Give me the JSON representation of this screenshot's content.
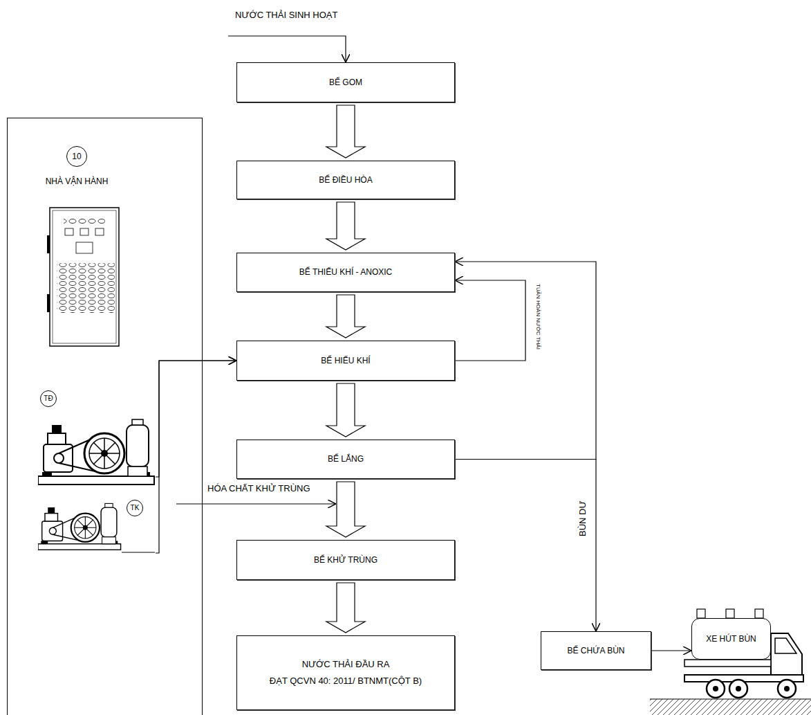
{
  "diagram": {
    "nodes": [
      {
        "text": [
          "BỂ GOM"
        ]
      },
      {
        "text": [
          "BỂ ĐIỀU HÒA"
        ]
      },
      {
        "text": [
          "10",
          "NHÀ VẬN HÀNH"
        ]
      },
      {
        "text": [
          "TĐ"
        ],
        "in": 2
      },
      {
        "text": [
          "TK"
        ],
        "in": 2
      },
      {
        "text": [
          "BỂ THIẾU KHÍ - ANOXIC"
        ]
      },
      {
        "text": [
          "BỂ HIẾU KHÍ"
        ]
      },
      {
        "text": [
          "BỂ LẮNG"
        ]
      },
      {
        "text": [
          "BỂ KHỬ TRÙNG"
        ]
      },
      {
        "text": [
          "NƯỚC THẢI ĐẦU RA",
          "ĐẠT QCVN 40: 2011/ BTNMT(CỘT B)"
        ]
      },
      {
        "text": [
          "BỂ CHỨA BÙN"
        ]
      },
      {
        "text": [
          "XE HÚT BÙN"
        ]
      }
    ],
    "edges": [
      {
        "from": 0,
        "to": 1,
        "arrow": "to"
      },
      {
        "from": 1,
        "to": 5,
        "arrow": "to"
      },
      {
        "from": 5,
        "to": 6,
        "arrow": "to"
      },
      {
        "from": 6,
        "to": 7,
        "arrow": "to"
      },
      {
        "from": 7,
        "to": 8,
        "arrow": "to"
      },
      {
        "from": 8,
        "to": 9,
        "arrow": "to"
      },
      {
        "from": 3,
        "to": 6,
        "arrow": "to"
      },
      {
        "from": 4,
        "to": 6,
        "arrow": "to"
      },
      {
        "from": 6,
        "to": 5,
        "label": "TUẦN HOÀN NƯỚC THẢI",
        "arrow": "to"
      },
      {
        "from": 7,
        "to": 5,
        "arrow": "to"
      },
      {
        "from": 7,
        "to": 10,
        "label": "BÙN DƯ",
        "arrow": "to"
      },
      {
        "from": 10,
        "to": 11,
        "arrow": "to"
      }
    ],
    "labels": [
      "NƯỚC THẢI  SINH HOẠT",
      "HÓA CHẤT KHỬ TRÙNG"
    ]
  }
}
